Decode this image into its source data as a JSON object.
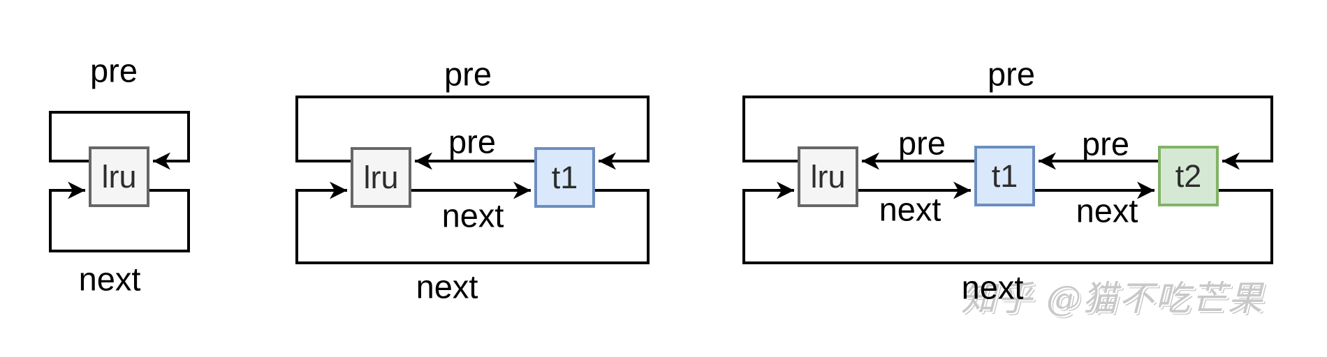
{
  "watermark": {
    "text": "知乎 @猫不吃芒果",
    "color": "#c8c8c8"
  },
  "colors": {
    "line": "#000000",
    "node_lru_fill": "#f5f5f5",
    "node_lru_border": "#666666",
    "node_t1_fill": "#dae8fc",
    "node_t1_border": "#6c8ebf",
    "node_t2_fill": "#d5e8d4",
    "node_t2_border": "#82b366"
  },
  "diagrams": [
    {
      "name": "lru-self-loop",
      "top_label": "pre",
      "bottom_label": "next",
      "nodes": [
        {
          "label": "lru"
        }
      ]
    },
    {
      "name": "lru-with-t1-ring",
      "top_label": "pre",
      "bottom_label": "next",
      "edge_labels": {
        "pre_t1_to_lru": "pre",
        "next_lru_to_t1": "next"
      },
      "nodes": [
        {
          "label": "lru"
        },
        {
          "label": "t1"
        }
      ]
    },
    {
      "name": "lru-with-t1-t2-ring",
      "top_label": "pre",
      "bottom_label": "next",
      "edge_labels": {
        "pre_t1_to_lru": "pre",
        "next_lru_to_t1": "next",
        "pre_t2_to_t1": "pre",
        "next_t1_to_t2": "next"
      },
      "nodes": [
        {
          "label": "lru"
        },
        {
          "label": "t1"
        },
        {
          "label": "t2"
        }
      ]
    }
  ]
}
